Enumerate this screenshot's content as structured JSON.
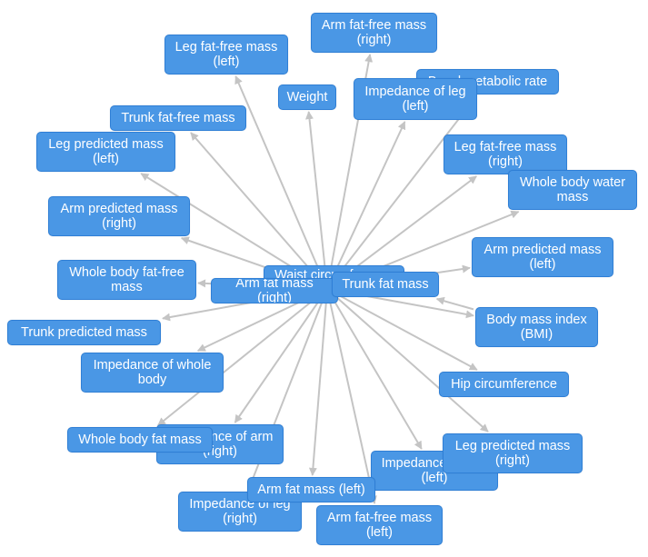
{
  "colors": {
    "node_fill": "#4a97e5",
    "node_border": "#2f7fd6",
    "node_text": "#ffffff",
    "edge": "#c4c4c4",
    "background": "#ffffff"
  },
  "nodes": [
    {
      "id": "arm-fat-free-mass-right",
      "label": "Arm fat-free mass\n(right)"
    },
    {
      "id": "leg-fat-free-mass-left",
      "label": "Leg fat-free mass\n(left)"
    },
    {
      "id": "basal-metabolic-rate",
      "label": "Basal metabolic rate"
    },
    {
      "id": "weight",
      "label": "Weight"
    },
    {
      "id": "impedance-of-leg-left",
      "label": "Impedance of leg\n(left)"
    },
    {
      "id": "trunk-fat-free-mass",
      "label": "Trunk fat-free mass"
    },
    {
      "id": "leg-predicted-mass-left",
      "label": "Leg predicted mass\n(left)"
    },
    {
      "id": "leg-fat-free-mass-right",
      "label": "Leg fat-free mass\n(right)"
    },
    {
      "id": "whole-body-water-mass",
      "label": "Whole body water\nmass"
    },
    {
      "id": "arm-predicted-mass-right",
      "label": "Arm predicted mass\n(right)"
    },
    {
      "id": "arm-predicted-mass-left",
      "label": "Arm predicted mass\n(left)"
    },
    {
      "id": "whole-body-fat-free-mass",
      "label": "Whole body fat-free\nmass"
    },
    {
      "id": "waist-circumference",
      "label": "Waist circumference"
    },
    {
      "id": "arm-fat-mass-right",
      "label": "Arm fat mass (right)"
    },
    {
      "id": "trunk-fat-mass",
      "label": "Trunk fat mass"
    },
    {
      "id": "trunk-predicted-mass",
      "label": "Trunk predicted mass"
    },
    {
      "id": "body-mass-index",
      "label": "Body mass index\n(BMI)"
    },
    {
      "id": "impedance-of-whole-body",
      "label": "Impedance of whole\nbody"
    },
    {
      "id": "hip-circumference",
      "label": "Hip circumference"
    },
    {
      "id": "impedance-of-arm-right",
      "label": "Impedance of arm\n(right)"
    },
    {
      "id": "whole-body-fat-mass",
      "label": "Whole body fat mass"
    },
    {
      "id": "impedance-of-arm-left",
      "label": "Impedance of arm\n(left)"
    },
    {
      "id": "leg-predicted-mass-right",
      "label": "Leg predicted mass\n(right)"
    },
    {
      "id": "arm-fat-mass-left",
      "label": "Arm fat mass (left)"
    },
    {
      "id": "impedance-of-leg-right",
      "label": "Impedance of leg\n(right)"
    },
    {
      "id": "arm-fat-free-mass-left",
      "label": "Arm fat-free mass\n(left)"
    }
  ],
  "edges": [
    {
      "from": "arm-fat-mass-right",
      "to": "arm-fat-free-mass-right"
    },
    {
      "from": "arm-fat-mass-right",
      "to": "leg-fat-free-mass-left"
    },
    {
      "from": "arm-fat-mass-right",
      "to": "weight"
    },
    {
      "from": "arm-fat-mass-right",
      "to": "impedance-of-leg-left"
    },
    {
      "from": "arm-fat-mass-right",
      "to": "basal-metabolic-rate"
    },
    {
      "from": "arm-fat-mass-right",
      "to": "trunk-fat-free-mass"
    },
    {
      "from": "arm-fat-mass-right",
      "to": "leg-predicted-mass-left"
    },
    {
      "from": "arm-fat-mass-right",
      "to": "leg-fat-free-mass-right"
    },
    {
      "from": "arm-fat-mass-right",
      "to": "whole-body-water-mass"
    },
    {
      "from": "arm-fat-mass-right",
      "to": "arm-predicted-mass-right"
    },
    {
      "from": "arm-fat-mass-right",
      "to": "arm-predicted-mass-left"
    },
    {
      "from": "arm-fat-mass-right",
      "to": "whole-body-fat-free-mass"
    },
    {
      "from": "arm-fat-mass-right",
      "to": "trunk-fat-mass"
    },
    {
      "from": "arm-fat-mass-right",
      "to": "trunk-predicted-mass"
    },
    {
      "from": "arm-fat-mass-right",
      "to": "body-mass-index"
    },
    {
      "from": "arm-fat-mass-right",
      "to": "impedance-of-whole-body"
    },
    {
      "from": "arm-fat-mass-right",
      "to": "hip-circumference"
    },
    {
      "from": "arm-fat-mass-right",
      "to": "impedance-of-arm-right"
    },
    {
      "from": "arm-fat-mass-right",
      "to": "whole-body-fat-mass"
    },
    {
      "from": "arm-fat-mass-right",
      "to": "impedance-of-arm-left"
    },
    {
      "from": "arm-fat-mass-right",
      "to": "leg-predicted-mass-right"
    },
    {
      "from": "arm-fat-mass-right",
      "to": "arm-fat-mass-left"
    },
    {
      "from": "arm-fat-mass-right",
      "to": "impedance-of-leg-right"
    },
    {
      "from": "arm-fat-mass-right",
      "to": "arm-fat-free-mass-left"
    },
    {
      "from": "body-mass-index",
      "to": "trunk-fat-mass"
    }
  ]
}
